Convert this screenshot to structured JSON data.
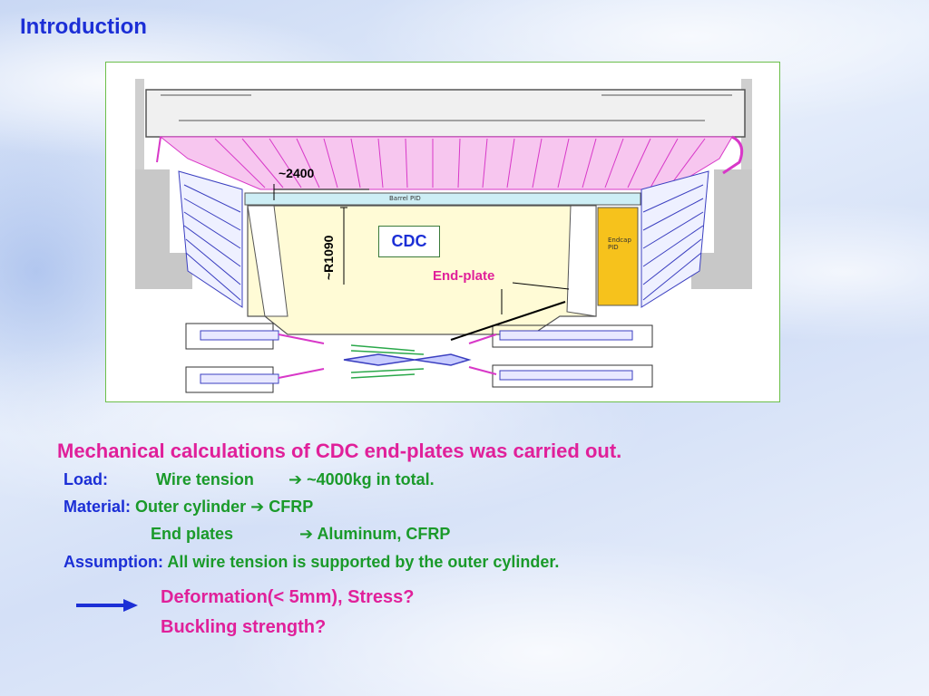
{
  "page": {
    "title": "Introduction"
  },
  "figure": {
    "cdc_label": "CDC",
    "dim_2400": "~2400",
    "dim_r1090": "~R1090",
    "endplate_label": "End-plate",
    "barrel_pid_label": "Barrel PID",
    "endcap_pid_label_line1": "Endcap",
    "endcap_pid_label_line2": "PID"
  },
  "content": {
    "heading": "Mechanical calculations of CDC end-plates was carried out.",
    "load_label": "Load:",
    "load_text": "Wire tension",
    "load_value": "~4000kg in total.",
    "material_label": "Material:",
    "material_outer": "Outer cylinder",
    "material_outer_value": "CFRP",
    "material_end": "End plates",
    "material_end_value": "Aluminum, CFRP",
    "assumption_label": "Assumption:",
    "assumption_text": "All wire tension is supported by the outer cylinder.",
    "result_line1": "Deformation(< 5mm), Stress?",
    "result_line2": "Buckling strength?",
    "arrow_glyph": "➔"
  }
}
